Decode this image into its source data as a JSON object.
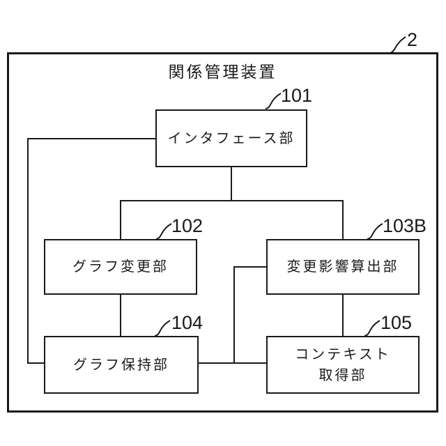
{
  "diagram": {
    "outer_ref": "2",
    "title": "関係管理装置",
    "blocks": {
      "interface": {
        "ref": "101",
        "lines": [
          "インタフェース部"
        ]
      },
      "graph_change": {
        "ref": "102",
        "lines": [
          "グラフ変更部"
        ]
      },
      "change_impact": {
        "ref": "103B",
        "lines": [
          "変更影響算出部"
        ]
      },
      "graph_hold": {
        "ref": "104",
        "lines": [
          "グラフ保持部"
        ]
      },
      "context": {
        "ref": "105",
        "lines": [
          "コンテキスト",
          "取得部"
        ]
      }
    },
    "colors": {
      "line": "#1a1a1a",
      "text": "#1a1a1a",
      "background": "#ffffff",
      "box_fill": "#ffffff"
    }
  }
}
